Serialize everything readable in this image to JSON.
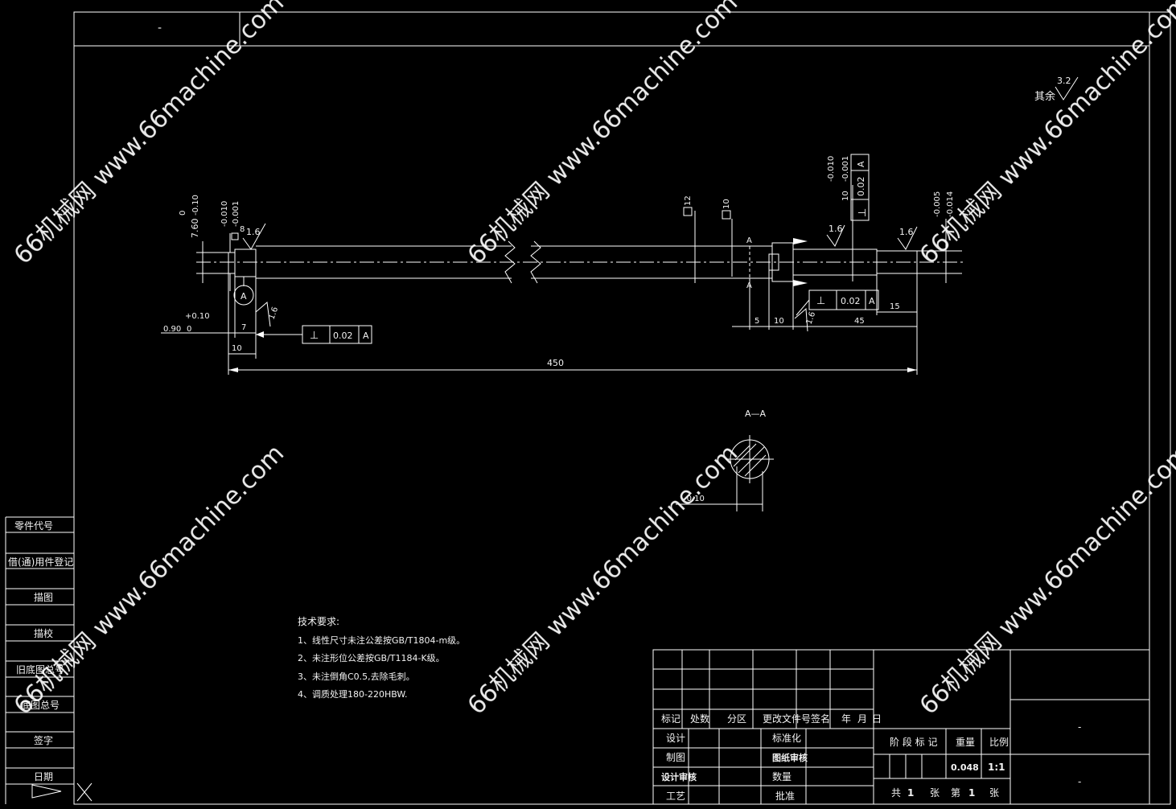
{
  "drawing": {
    "top_left_mark": "-",
    "roughness_other_label": "其余",
    "roughness_other_value": "3.2",
    "section_label": "A—A",
    "datum_a": "A",
    "dims": {
      "d_760": "7.60",
      "d_760_tol_up": "0",
      "d_760_tol_lo": "-0.10",
      "d_phi8": "8",
      "d_phi8_tol_up": "-0.010",
      "d_phi8_tol_lo": "-0.001",
      "d_090": "0.90",
      "d_090_tol_up": "+0.10",
      "d_090_tol_lo": "0",
      "d_7": "7",
      "d_10_left": "10",
      "d_450": "450",
      "d_12": "12",
      "d_10_mid": "10",
      "d_10_right_tol_a": "-0.010",
      "d_10_right_tol_b": "-0.001",
      "d_10_right": "10",
      "d_end_tol_a": "-0.005",
      "d_end_tol_b": "-0.014",
      "d_5": "5",
      "d_10_b": "10",
      "d_45": "45",
      "d_15": "15",
      "d_section": "-0.10",
      "rough_16": "1.6"
    },
    "tolerance_frames": [
      {
        "symbol": "⊥",
        "value": "0.02",
        "datum": "A"
      },
      {
        "symbol": "⊥",
        "value": "0.02",
        "datum": "A"
      },
      {
        "symbol": "⊥",
        "value": "0.02",
        "datum": "A"
      }
    ]
  },
  "notes": {
    "title": "技术要求:",
    "items": [
      "1、线性尺寸未注公差按GB/T1804-m级。",
      "2、未注形位公差按GB/T1184-K级。",
      "3、未注倒角C0.5,去除毛刺。",
      "4、调质处理180-220HBW."
    ]
  },
  "side_strip": {
    "items": [
      "零件代号",
      "借(通)用件登记",
      "描图",
      "描校",
      "旧底图总号",
      "底图总号",
      "签字",
      "日期"
    ]
  },
  "title_block": {
    "rev_header": [
      "标记",
      "处数",
      "分区",
      "更改文件号",
      "签名",
      "年",
      "月",
      "日"
    ],
    "design": "设计",
    "draw": "制图",
    "design_check": "设计审核",
    "craft": "工艺",
    "standard": "标准化",
    "drawing_check": "图纸审核",
    "quantity": "数量",
    "approve": "批准",
    "stage_mark": "阶 段 标 记",
    "weight": "重量",
    "scale": "比例",
    "weight_value": "0.048",
    "scale_value": "1:1",
    "sheets_total_label": "共",
    "sheets_total": "1",
    "sheet_unit": "张",
    "sheet_no_label": "第",
    "sheet_no": "1",
    "name_mark": "-",
    "code_mark": "-"
  },
  "watermark": {
    "text": "66机械网 www.66machine.com"
  }
}
